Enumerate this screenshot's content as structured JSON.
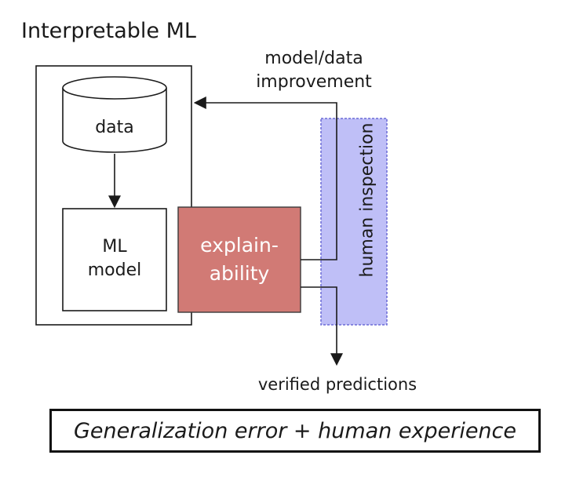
{
  "diagram": {
    "title": "Interpretable ML",
    "improvement_label": [
      "model/data",
      "improvement"
    ],
    "data_label": "data",
    "ml_model_label": [
      "ML",
      "model"
    ],
    "explainability_label": [
      "explain-",
      "ability"
    ],
    "human_inspection_label": "human inspection",
    "verified_label": "verified predictions",
    "footer_label": "Generalization error + human experience"
  },
  "colors": {
    "explainability_fill": "#d17a75",
    "human_inspection_fill": "#bfbff7",
    "human_inspection_border": "#6b6bd6",
    "stroke": "#1a1a1a"
  }
}
